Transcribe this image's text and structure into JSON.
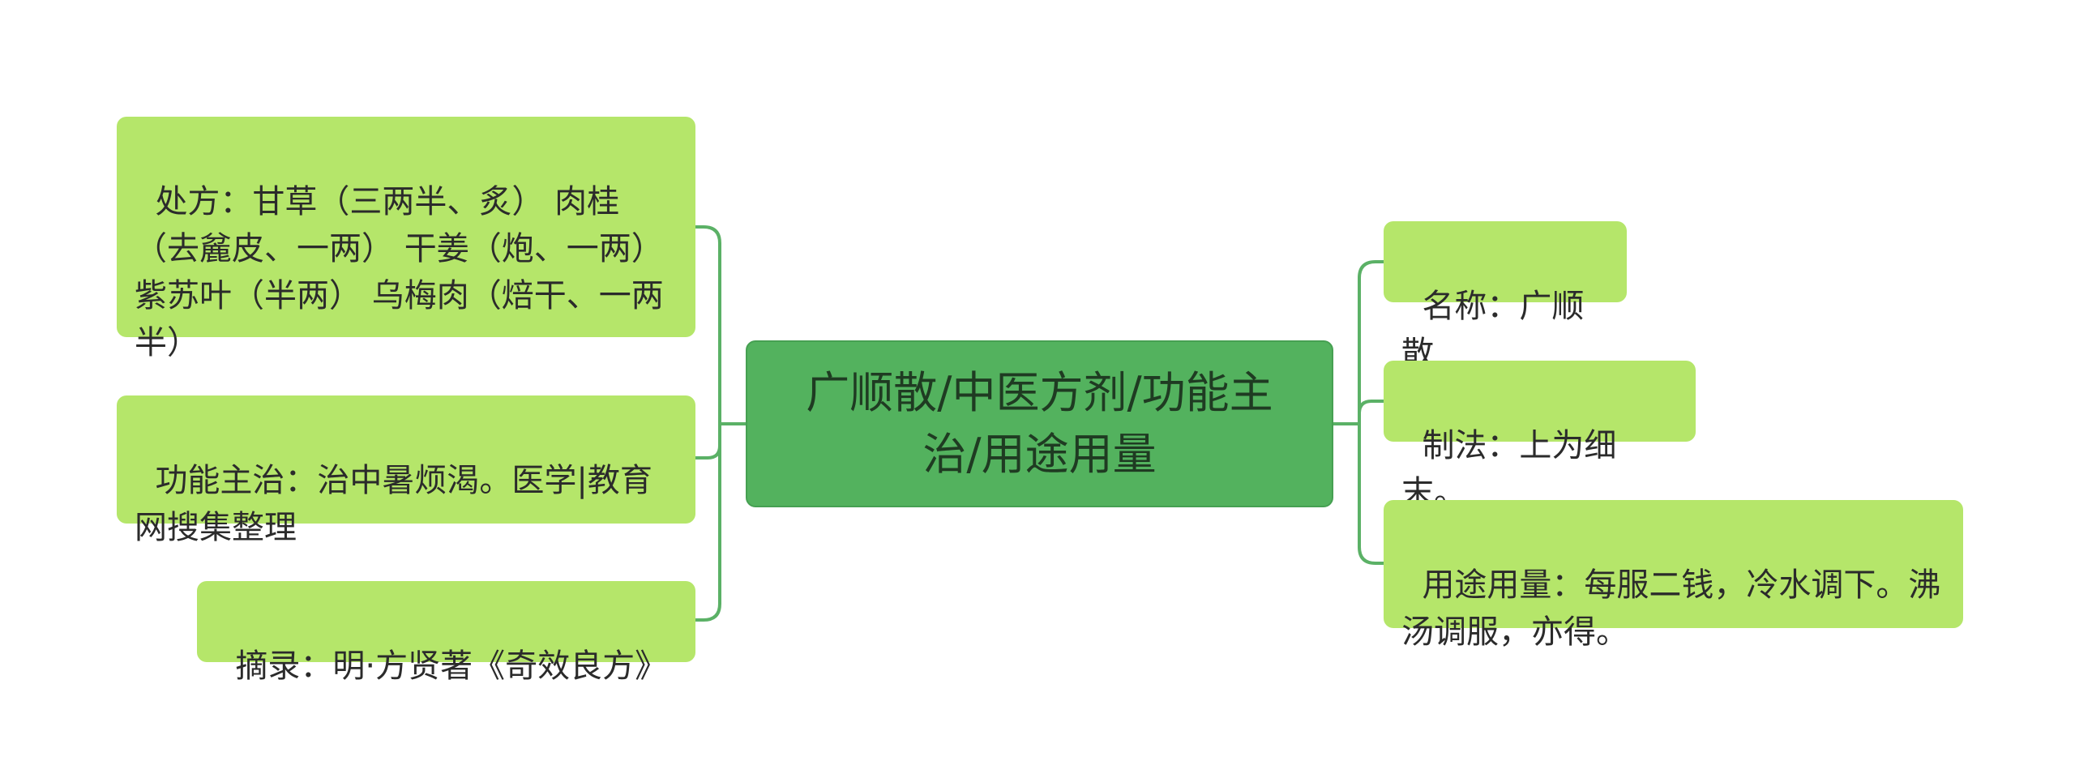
{
  "mindmap": {
    "center": {
      "label": "广顺散/中医方剂/功能主治/用途用量"
    },
    "left_nodes": [
      {
        "text": "处方：甘草（三两半、炙） 肉桂（去麄皮、一两） 干姜（炮、一两） 紫苏叶（半两） 乌梅肉（焙干、一两半）"
      },
      {
        "text": "功能主治：治中暑烦渴。医学|教育网搜集整理"
      },
      {
        "text": "摘录：明·方贤著《奇效良方》"
      }
    ],
    "right_nodes": [
      {
        "text": "名称：广顺散"
      },
      {
        "text": "制法：上为细末。"
      },
      {
        "text": "用途用量：每服二钱，冷水调下。沸汤调服，亦得。"
      }
    ],
    "colors": {
      "center_fill": "#53b25e",
      "branch_fill": "#b5e66a",
      "connector": "#5bb166"
    }
  }
}
